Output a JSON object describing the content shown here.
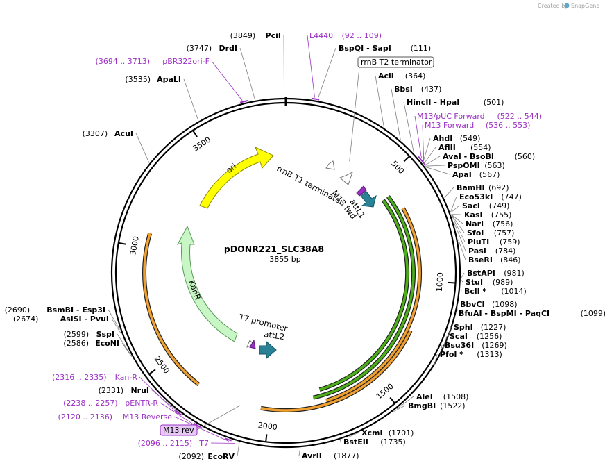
{
  "plasmid": {
    "name": "pDONR221_SLC38A8",
    "length_bp": 3855,
    "length_label": "3855 bp"
  },
  "credit": {
    "text": "Created by",
    "brand": "SnapGene"
  },
  "ticks": [
    {
      "bp": 500,
      "label": "500"
    },
    {
      "bp": 1000,
      "label": "1000"
    },
    {
      "bp": 1500,
      "label": "1500"
    },
    {
      "bp": 2000,
      "label": "2000"
    },
    {
      "bp": 2500,
      "label": "2500"
    },
    {
      "bp": 3000,
      "label": "3000"
    },
    {
      "bp": 3500,
      "label": "3500"
    }
  ],
  "sites": [
    {
      "name": "PciI",
      "pos": "(3849)",
      "bp": 3849
    },
    {
      "name": "DrdI",
      "pos": "(3747)",
      "bp": 3747
    },
    {
      "name": "ApaLI",
      "pos": "(3535)",
      "bp": 3535
    },
    {
      "name": "AcuI",
      "pos": "(3307)",
      "bp": 3307
    },
    {
      "name": "BspQI  - SapI",
      "pos": "(111)",
      "bp": 111
    },
    {
      "name": "AclI",
      "pos": "(364)",
      "bp": 364
    },
    {
      "name": "BbsI",
      "pos": "(437)",
      "bp": 437
    },
    {
      "name": "HincII  - HpaI",
      "pos": "(501)",
      "bp": 501
    },
    {
      "name": "AhdI",
      "pos": "(549)",
      "bp": 549
    },
    {
      "name": "AflII",
      "pos": "(554)",
      "bp": 554
    },
    {
      "name": "AvaI  - BsoBI",
      "pos": "(560)",
      "bp": 560
    },
    {
      "name": "PspOMI",
      "pos": "(563)",
      "bp": 563
    },
    {
      "name": "ApaI",
      "pos": "(567)",
      "bp": 567
    },
    {
      "name": "BamHI",
      "pos": "(692)",
      "bp": 692
    },
    {
      "name": "Eco53kI",
      "pos": "(747)",
      "bp": 747
    },
    {
      "name": "SacI",
      "pos": "(749)",
      "bp": 749
    },
    {
      "name": "KasI",
      "pos": "(755)",
      "bp": 755
    },
    {
      "name": "NarI",
      "pos": "(756)",
      "bp": 756
    },
    {
      "name": "SfoI",
      "pos": "(757)",
      "bp": 757
    },
    {
      "name": "PluTI",
      "pos": "(759)",
      "bp": 759
    },
    {
      "name": "PasI",
      "pos": "(784)",
      "bp": 784
    },
    {
      "name": "BseRI",
      "pos": "(846)",
      "bp": 846
    },
    {
      "name": "BstAPI",
      "pos": "(981)",
      "bp": 981
    },
    {
      "name": "StuI",
      "pos": "(989)",
      "bp": 989
    },
    {
      "name": "BclI *",
      "pos": "(1014)",
      "bp": 1014
    },
    {
      "name": "BbvCI",
      "pos": "(1098)",
      "bp": 1098
    },
    {
      "name": "BfuAI  - BspMI  - PaqCI",
      "pos": "(1099)",
      "bp": 1099
    },
    {
      "name": "SphI",
      "pos": "(1227)",
      "bp": 1227
    },
    {
      "name": "ScaI",
      "pos": "(1256)",
      "bp": 1256
    },
    {
      "name": "Bsu36I",
      "pos": "(1269)",
      "bp": 1269
    },
    {
      "name": "PfoI *",
      "pos": "(1313)",
      "bp": 1313
    },
    {
      "name": "AleI",
      "pos": "(1508)",
      "bp": 1508
    },
    {
      "name": "BmgBI",
      "pos": "(1522)",
      "bp": 1522
    },
    {
      "name": "XcmI",
      "pos": "(1701)",
      "bp": 1701
    },
    {
      "name": "BstEII",
      "pos": "(1735)",
      "bp": 1735
    },
    {
      "name": "AvrII",
      "pos": "(1877)",
      "bp": 1877
    },
    {
      "name": "EcoRV",
      "pos": "(2092)",
      "bp": 2092
    },
    {
      "name": "NruI",
      "pos": "(2331)",
      "bp": 2331
    },
    {
      "name": "EcoNI",
      "pos": "(2586)",
      "bp": 2586
    },
    {
      "name": "SspI",
      "pos": "(2599)",
      "bp": 2599
    },
    {
      "name": "AsiSI  - PvuI",
      "pos": "(2674)",
      "bp": 2674
    },
    {
      "name": "BsmBI  - Esp3I",
      "pos": "(2690)",
      "bp": 2690
    }
  ],
  "primers": [
    {
      "name": "L4440",
      "range": "(92 .. 109)"
    },
    {
      "name": "pBR322ori-F",
      "range": "(3694 .. 3713)"
    },
    {
      "name": "M13/pUC Forward",
      "range": "(522 .. 544)"
    },
    {
      "name": "M13 Forward",
      "range": "(536 .. 553)"
    },
    {
      "name": "Kan-R",
      "range": "(2316 .. 2335)"
    },
    {
      "name": "pENTR-R",
      "range": "(2238 .. 2257)"
    },
    {
      "name": "M13 Reverse",
      "range": "(2120 .. 2136)"
    },
    {
      "name": "T7",
      "range": "(2096 .. 2115)"
    }
  ],
  "boxed_labels": {
    "rrnb_t2": "rrnB T2 terminator",
    "m13_rev": "M13 rev"
  },
  "features": [
    {
      "name": "ori",
      "color": "#ffff00",
      "stroke": "#8a8a00"
    },
    {
      "name": "KanR",
      "color": "#c8f7c5",
      "stroke": "#5a9a5a"
    },
    {
      "name": "rrnB T1 terminator",
      "color": "#ffffff",
      "stroke": "#777777"
    },
    {
      "name": "M13 fwd",
      "color": "#9b2fc4",
      "stroke": "#5b1a7a"
    },
    {
      "name": "attL1",
      "color": "#2a8296",
      "stroke": "#12505e"
    },
    {
      "name": "T7 promoter",
      "color": "#ffffff",
      "stroke": "#777777"
    },
    {
      "name": "attL2",
      "color": "#2a8296",
      "stroke": "#12505e"
    }
  ],
  "colors": {
    "backbone": "#000000",
    "green_feature": "#4caf1a",
    "orange_feature": "#f0a030",
    "primer": "#9b2fc4",
    "leader": "#808080"
  }
}
